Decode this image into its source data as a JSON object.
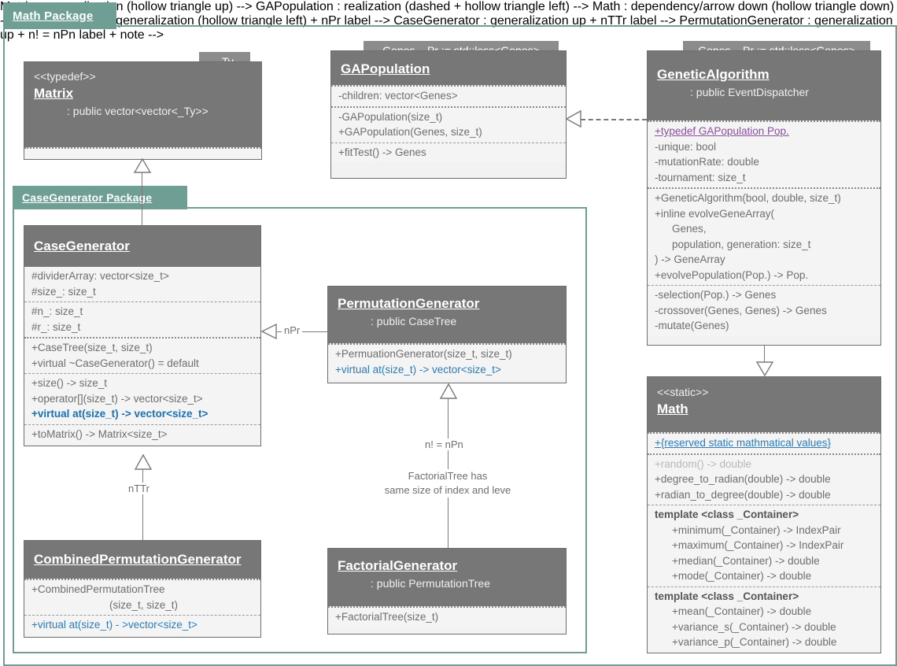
{
  "packages": [
    {
      "name": "math-package",
      "label": "Math Package"
    },
    {
      "name": "casegenerator-package",
      "label": "CaseGenerator Package"
    }
  ],
  "classes": {
    "matrix": {
      "template_param": "_Ty",
      "stereotype": "<<typedef>>",
      "name": "Matrix",
      "base": ": public vector<vector<_Ty>>",
      "sections": []
    },
    "gapopulation": {
      "template_param": "Genes, _Pr := std::less<Genes>",
      "stereotype": "",
      "name": "GAPopulation",
      "base": "",
      "sections": [
        {
          "members": [
            {
              "text": "-children: vector<Genes>",
              "style": "plain"
            }
          ]
        },
        {
          "members": [
            {
              "text": "-GAPopulation(size_t)",
              "style": "plain"
            },
            {
              "text": "+GAPopulation(Genes, size_t)",
              "style": "plain"
            }
          ]
        },
        {
          "members": [
            {
              "text": "+fitTest() -> Genes",
              "style": "plain"
            }
          ]
        }
      ]
    },
    "geneticalgorithm": {
      "template_param": "Genes, _Pr := std::less<Genes>",
      "stereotype": "",
      "name": "GeneticAlgorithm",
      "base": ": public EventDispatcher",
      "sections": [
        {
          "members": [
            {
              "text": "+typedef GAPopulation Pop.",
              "style": "purple"
            },
            {
              "text": "-unique: bool",
              "style": "plain"
            },
            {
              "text": "-mutationRate: double",
              "style": "plain"
            },
            {
              "text": "-tournament: size_t",
              "style": "plain"
            }
          ]
        },
        {
          "members": [
            {
              "text": "+GeneticAlgorithm(bool, double, size_t)",
              "style": "plain"
            },
            {
              "text": "+inline evolveGeneArray(",
              "style": "plain"
            },
            {
              "text": "Genes,",
              "style": "indent"
            },
            {
              "text": "population, generation: size_t",
              "style": "indent"
            },
            {
              "text": ") -> GeneArray",
              "style": "plain"
            },
            {
              "text": "+evolvePopulation(Pop.) -> Pop.",
              "style": "plain"
            }
          ]
        },
        {
          "members": [
            {
              "text": "-selection(Pop.) -> Genes",
              "style": "plain"
            },
            {
              "text": "-crossover(Genes, Genes) -> Genes",
              "style": "plain"
            },
            {
              "text": "-mutate(Genes)",
              "style": "plain"
            }
          ]
        }
      ]
    },
    "math": {
      "template_param": "",
      "stereotype": "<<static>>",
      "name": "Math",
      "base": "",
      "sections": [
        {
          "members": [
            {
              "text": "+{reserved static mathmatical values}",
              "style": "link"
            }
          ]
        },
        {
          "members": [
            {
              "text": "+random() -> double",
              "style": "faint"
            },
            {
              "text": "+degree_to_radian(double) -> double",
              "style": "plain"
            },
            {
              "text": "+radian_to_degree(double) -> double",
              "style": "plain"
            }
          ]
        },
        {
          "members": [
            {
              "text": "template <class _Container>",
              "style": "dark"
            },
            {
              "text": "+minimum(_Container) -> IndexPair",
              "style": "indent"
            },
            {
              "text": "+maximum(_Container) -> IndexPair",
              "style": "indent"
            },
            {
              "text": "+median(_Container) -> double",
              "style": "indent"
            },
            {
              "text": "+mode(_Container) -> double",
              "style": "indent"
            }
          ]
        },
        {
          "members": [
            {
              "text": "template <class _Container>",
              "style": "dark"
            },
            {
              "text": "+mean(_Container) -> double",
              "style": "indent"
            },
            {
              "text": "+variance_s(_Container) -> double",
              "style": "indent"
            },
            {
              "text": "+variance_p(_Container) -> double",
              "style": "indent"
            }
          ]
        }
      ]
    },
    "casegenerator": {
      "template_param": "",
      "stereotype": "",
      "name": "CaseGenerator",
      "base": "",
      "sections": [
        {
          "members": [
            {
              "text": "#dividerArray: vector<size_t>",
              "style": "plain"
            },
            {
              "text": "#size_: size_t",
              "style": "plain"
            }
          ]
        },
        {
          "members": [
            {
              "text": "#n_: size_t",
              "style": "plain"
            },
            {
              "text": "#r_: size_t",
              "style": "plain"
            }
          ]
        },
        {
          "members": [
            {
              "text": "+CaseTree(size_t, size_t)",
              "style": "plain"
            },
            {
              "text": "+virtual ~CaseGenerator() = default",
              "style": "plain"
            }
          ]
        },
        {
          "members": [
            {
              "text": "+size() -> size_t",
              "style": "plain"
            },
            {
              "text": "+operator[](size_t) -> vector<size_t>",
              "style": "plain"
            },
            {
              "text": "+virtual at(size_t) -> vector<size_t>",
              "style": "blueb"
            }
          ]
        },
        {
          "members": [
            {
              "text": "+toMatrix() -> Matrix<size_t>",
              "style": "plain"
            }
          ]
        }
      ]
    },
    "permutationgenerator": {
      "template_param": "",
      "stereotype": "",
      "name": "PermutationGenerator",
      "base": ": public CaseTree",
      "sections": [
        {
          "members": [
            {
              "text": "+PermuationGenerator(size_t, size_t)",
              "style": "plain"
            },
            {
              "text": "+virtual at(size_t) -> vector<size_t>",
              "style": "blue"
            }
          ]
        }
      ]
    },
    "combinedpermutationgenerator": {
      "template_param": "",
      "stereotype": "",
      "name": "CombinedPermutationGenerator",
      "base": "",
      "sections": [
        {
          "members": [
            {
              "text": "+CombinedPermutationTree",
              "style": "plain"
            },
            {
              "text": "(size_t, size_t)",
              "style": "center"
            }
          ]
        },
        {
          "members": [
            {
              "text": "+virtual at(size_t) - >vector<size_t>",
              "style": "blue"
            }
          ]
        }
      ]
    },
    "factorialgenerator": {
      "template_param": "",
      "stereotype": "",
      "name": "FactorialGenerator",
      "base": ": public PermutationTree",
      "sections": [
        {
          "members": [
            {
              "text": "+FactorialTree(size_t)",
              "style": "plain"
            }
          ]
        }
      ]
    }
  },
  "connectors": {
    "npr_label": "nPr",
    "nttr_label": "nTTr",
    "factorial_label": "n! = nPn",
    "factorial_note_line1": "FactorialTree has",
    "factorial_note_line2": "same size of index and leve"
  },
  "colors": {
    "package_teal": "#6f9e95",
    "class_header_gray": "#777777",
    "class_body": "#f4f4f4",
    "member_gray": "#6e6e6e",
    "accent_blue": "#2b7bba",
    "accent_purple": "#8a4f9e",
    "connector_gray": "#7a7a7a"
  }
}
